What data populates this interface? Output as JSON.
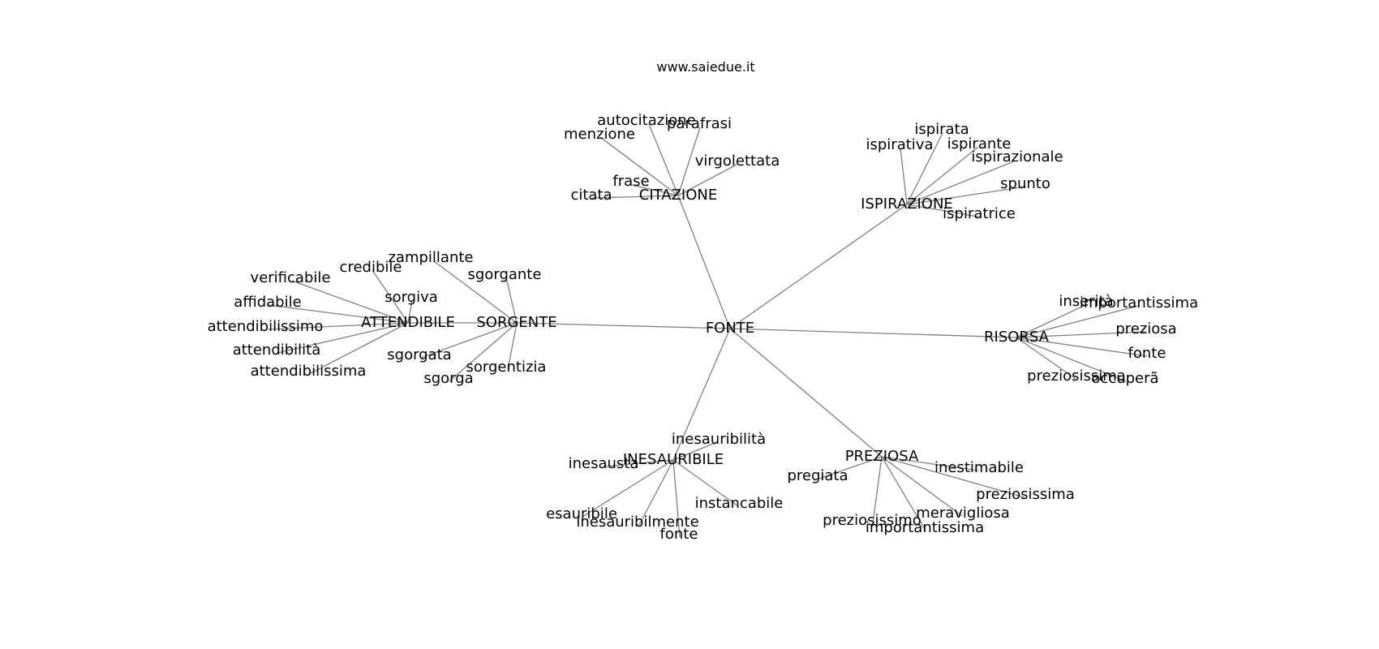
{
  "watermark": "www.saiedue.it",
  "colors": {
    "edge": "#808080",
    "text": "#000000",
    "background": "#ffffff"
  },
  "root": "FONTE",
  "hubs": [
    {
      "name": "CITAZIONE",
      "children": [
        "autocitazione",
        "parafrasi",
        "menzione",
        "virgolettata",
        "frase",
        "citata"
      ]
    },
    {
      "name": "ISPIRAZIONE",
      "children": [
        "ispirata",
        "ispirativa",
        "ispirante",
        "ispirazionale",
        "spunto",
        "ispiratrice"
      ]
    },
    {
      "name": "SORGENTE",
      "children": [
        "zampillante",
        "sgorgante",
        "sgorgata",
        "sorgentizia",
        "sgorga"
      ]
    },
    {
      "name": "ATTENDIBILE",
      "children": [
        "credibile",
        "verificabile",
        "sorgiva",
        "affidabile",
        "attendibilissimo",
        "attendibilità",
        "attendibilissima"
      ]
    },
    {
      "name": "RISORSA",
      "children": [
        "inserità",
        "importantissima",
        "preziosa",
        "fonte",
        "preziosissima",
        "occuperã"
      ]
    },
    {
      "name": "INESAURIBILE",
      "children": [
        "inesauribilità",
        "inesausta",
        "esauribile",
        "inesauribilmente",
        "fonte",
        "instancabile"
      ]
    },
    {
      "name": "PREZIOSA",
      "children": [
        "pregiata",
        "inestimabile",
        "preziosissima",
        "meravigliosa",
        "preziosissimo",
        "importantissima"
      ]
    }
  ]
}
